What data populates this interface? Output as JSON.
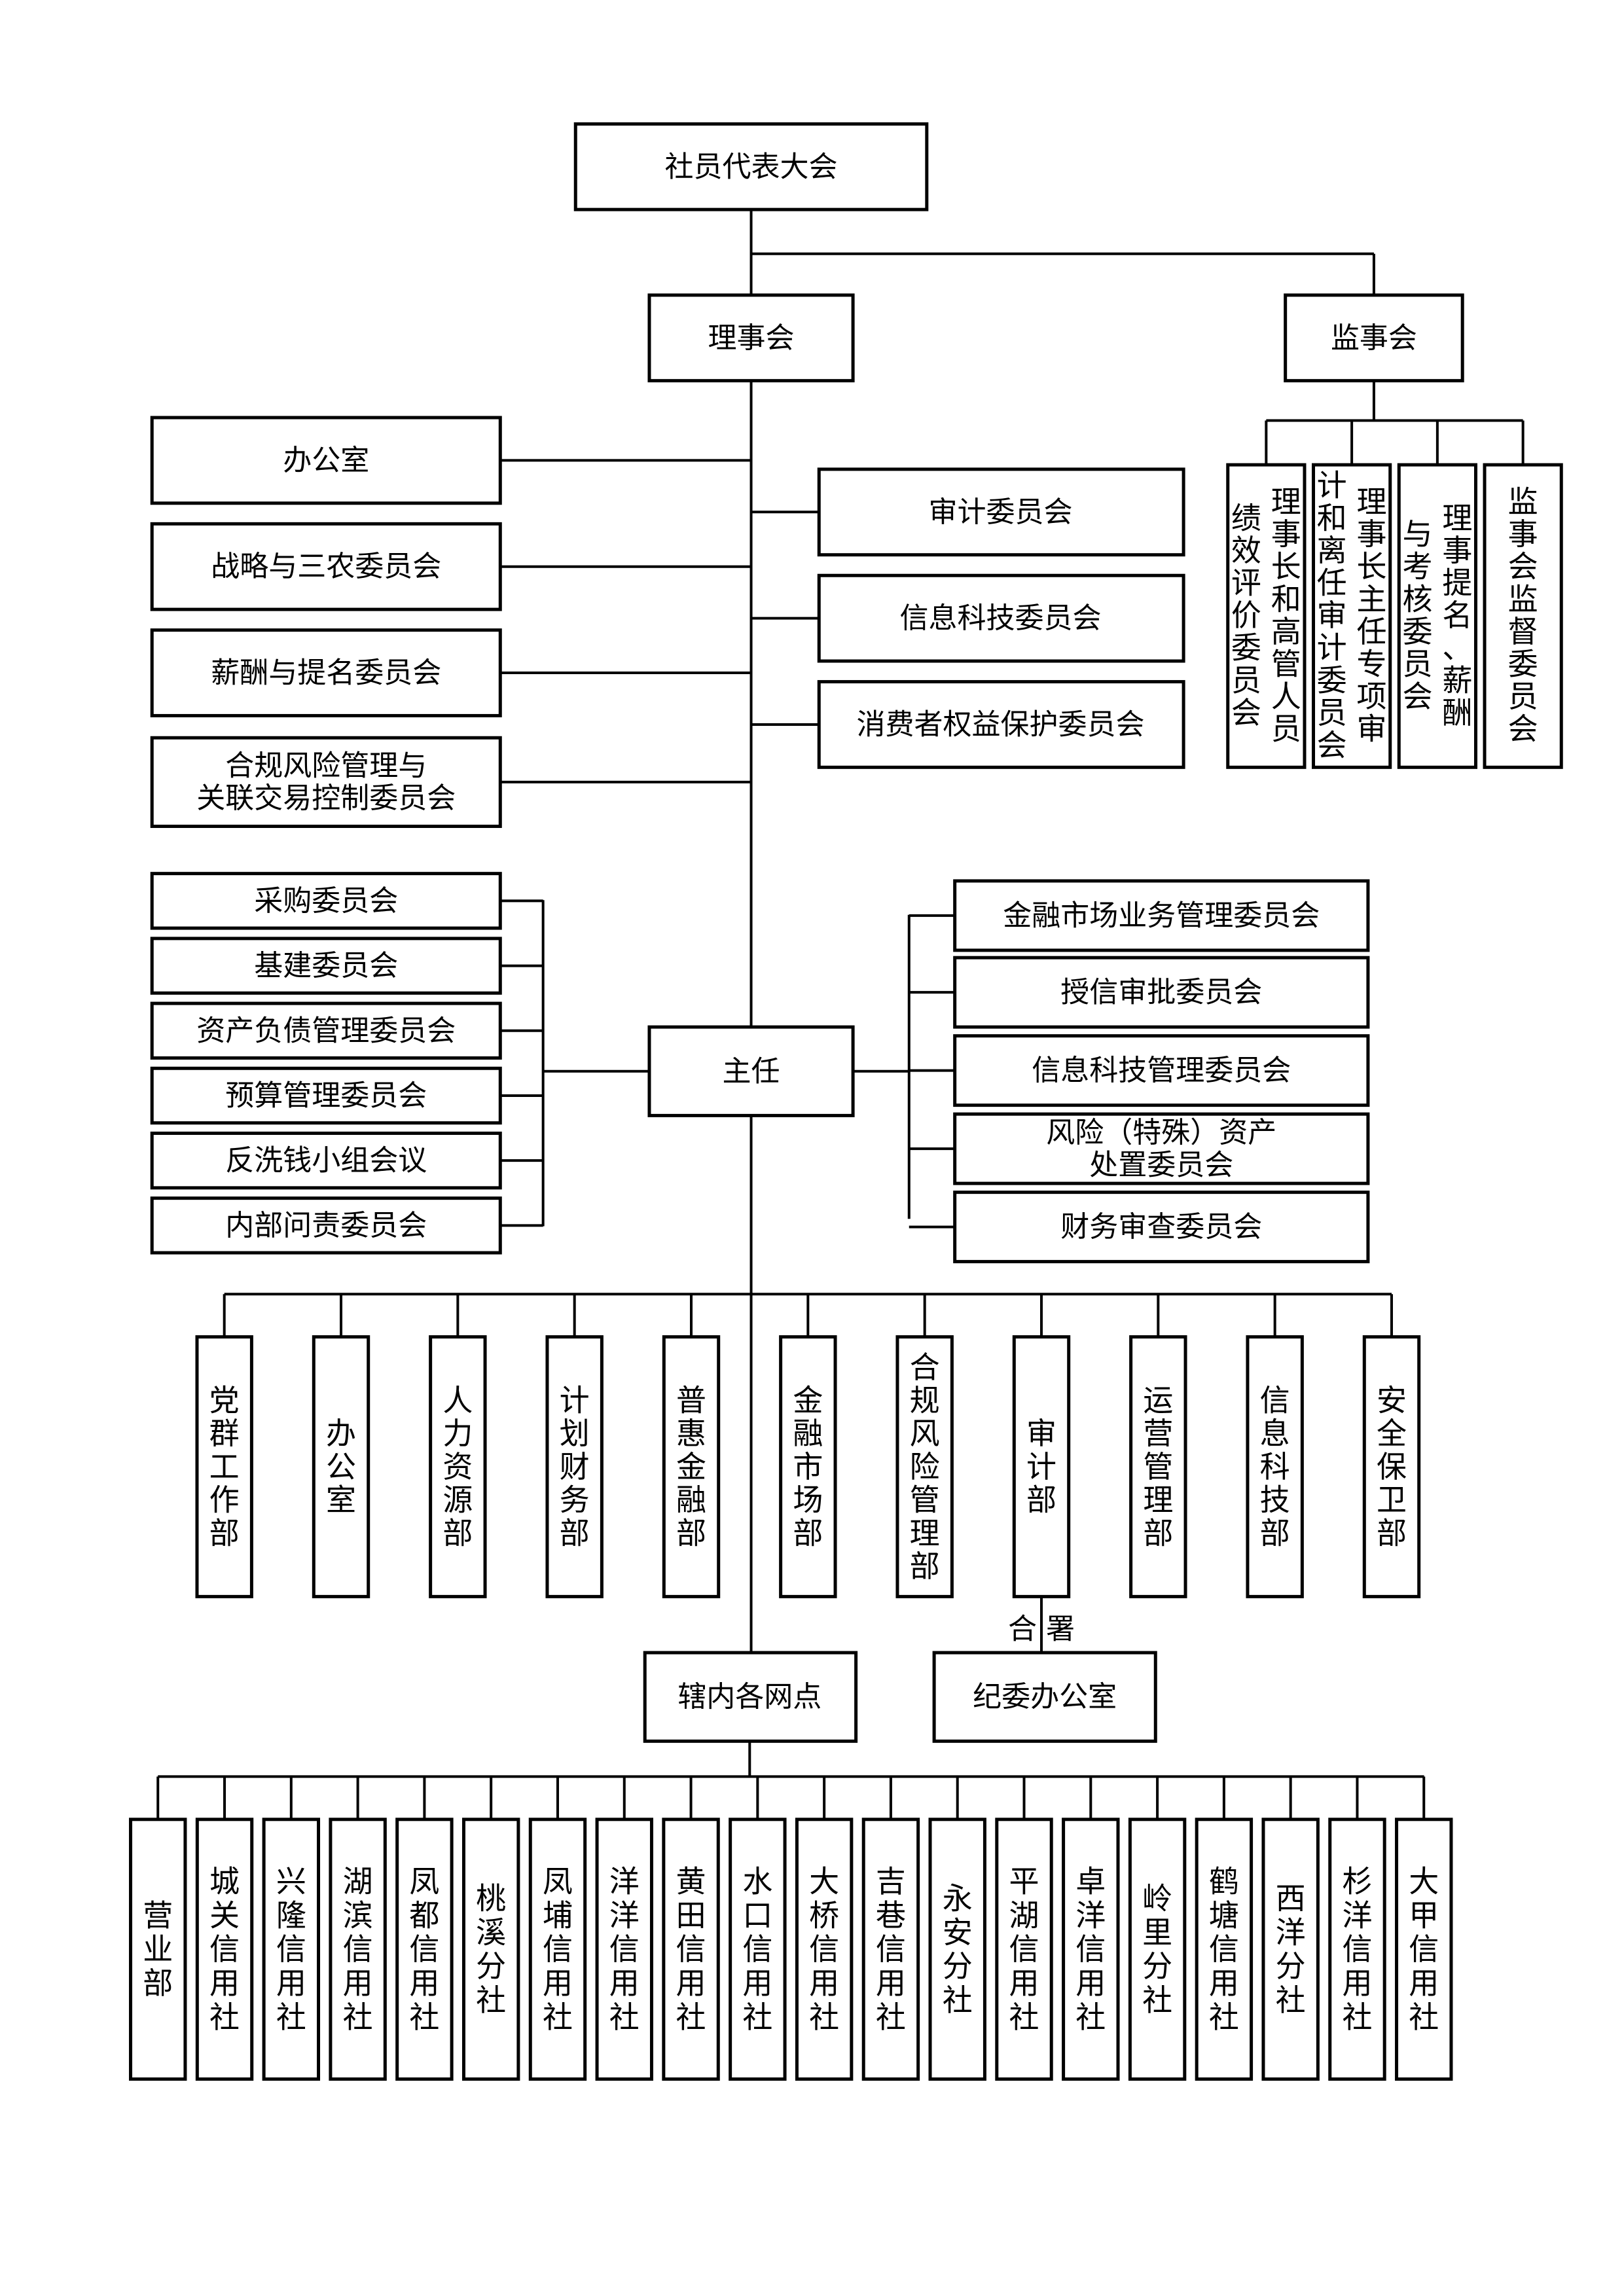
{
  "top": {
    "assembly": "社员代表大会",
    "board": "理事会",
    "supervisors": "监事会"
  },
  "board_committees_left": [
    "办公室",
    "战略与三农委员会",
    "薪酬与提名委员会",
    "合规风险管理与\n关联交易控制委员会"
  ],
  "board_committees_right": [
    "审计委员会",
    "信息科技委员会",
    "消费者权益保护委员会"
  ],
  "supervisor_committees": [
    "理事长和高管人员\n绩效评价委员会",
    "理事长主任专项审\n计和离任审计委员会",
    "理事提名、薪酬\n与考核委员会",
    "监事会监督委员会"
  ],
  "director": "主任",
  "director_committees_left": [
    "采购委员会",
    "基建委员会",
    "资产负债管理委员会",
    "预算管理委员会",
    "反洗钱小组会议",
    "内部问责委员会"
  ],
  "director_committees_right": [
    "金融市场业务管理委员会",
    "授信审批委员会",
    "信息科技管理委员会",
    "风险（特殊）资产\n处置委员会",
    "财务审查委员会"
  ],
  "departments": [
    "党群工作部",
    "办公室",
    "人力资源部",
    "计划财务部",
    "普惠金融部",
    "金融市场部",
    "合规风险管理部",
    "审计部",
    "运营管理部",
    "信息科技部",
    "安全保卫部"
  ],
  "co_location_label": "合 署",
  "discipline_office": "纪委办公室",
  "branches_header": "辖内各网点",
  "branches": [
    "营业部",
    "城关信用社",
    "兴隆信用社",
    "湖滨信用社",
    "凤都信用社",
    "桃溪分社",
    "凤埔信用社",
    "洋洋信用社",
    "黄田信用社",
    "水口信用社",
    "大桥信用社",
    "吉巷信用社",
    "永安分社",
    "平湖信用社",
    "卓洋信用社",
    "岭里分社",
    "鹤塘信用社",
    "西洋分社",
    "杉洋信用社",
    "大甲信用社"
  ]
}
